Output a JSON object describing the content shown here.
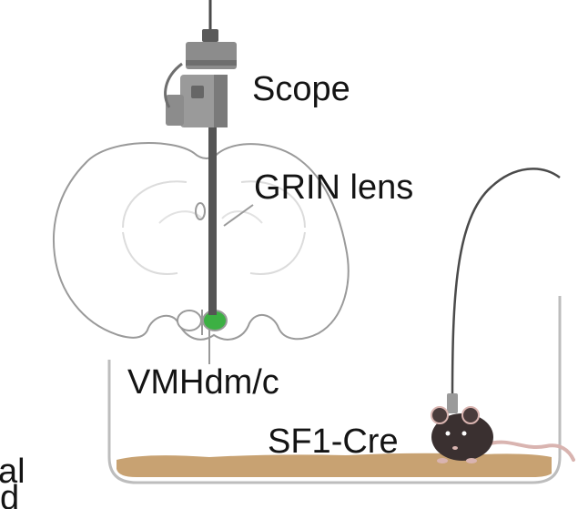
{
  "labels": {
    "scope": "Scope",
    "grin_lens": "GRIN lens",
    "target_region": "VMHdm/c",
    "mouse_line": "SF1-Cre",
    "cropped_text_1": "al",
    "cropped_text_2": "d"
  },
  "colors": {
    "scope_body": "#8c8c8c",
    "scope_dark": "#5a5a5a",
    "lens": "#555555",
    "brain_outline": "#9a9a9a",
    "brain_fill": "#ffffff",
    "brain_inner": "#dcdcdc",
    "vmh_fill": "#3cb043",
    "arena_wall": "#bdbdbd",
    "bedding": "#c8a272",
    "cable": "#4a4a4a",
    "mouse_body": "#3a3030",
    "mouse_tail": "#d9b4b0"
  },
  "icons": {
    "scope": "microscope-icon",
    "mouse": "mouse-icon"
  }
}
